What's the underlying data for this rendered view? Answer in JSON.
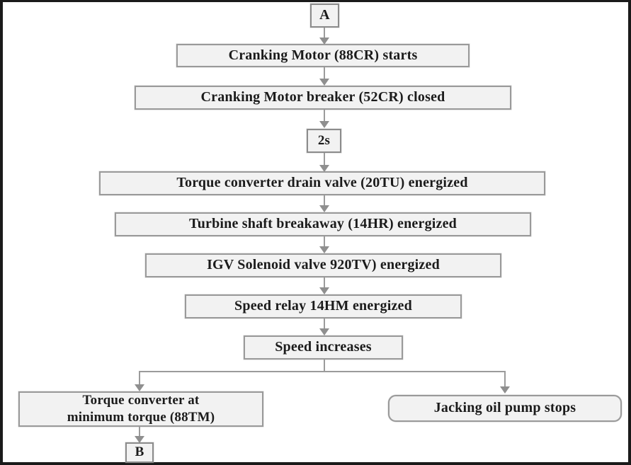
{
  "diagram": {
    "title": "Gas turbine cranking and start-up sequence flowchart",
    "type": "flowchart",
    "orientation": "top-to-bottom",
    "colors": {
      "node_fill": "#f2f2f2",
      "node_border": "#9a9a9a",
      "connector": "#9b9b9b",
      "text": "#1b1b1b",
      "frame": "#1a1a1a",
      "background": "#ffffff"
    },
    "nodes": [
      {
        "id": "a",
        "label": "A",
        "shape": "rectangle",
        "role": "connector-terminal"
      },
      {
        "id": "n1",
        "label": "Cranking Motor (88CR) starts",
        "shape": "rectangle",
        "role": "process"
      },
      {
        "id": "n2",
        "label": "Cranking Motor breaker (52CR) closed",
        "shape": "rectangle",
        "role": "process"
      },
      {
        "id": "delay",
        "label": "2s",
        "shape": "rectangle",
        "role": "delay"
      },
      {
        "id": "n3",
        "label": "Torque converter drain valve (20TU) energized",
        "shape": "rectangle",
        "role": "process"
      },
      {
        "id": "n4",
        "label": "Turbine shaft breakaway (14HR) energized",
        "shape": "rectangle",
        "role": "process"
      },
      {
        "id": "n5",
        "label": "IGV Solenoid valve 920TV) energized",
        "shape": "rectangle",
        "role": "process"
      },
      {
        "id": "n6",
        "label": "Speed relay 14HM energized",
        "shape": "rectangle",
        "role": "process"
      },
      {
        "id": "n7",
        "label": "Speed increases",
        "shape": "rectangle",
        "role": "process"
      },
      {
        "id": "n8",
        "label": "Torque converter at\nminimum torque (88TM)",
        "shape": "rectangle",
        "role": "process"
      },
      {
        "id": "n9",
        "label": "Jacking oil pump stops",
        "shape": "rounded-rectangle",
        "role": "process"
      },
      {
        "id": "b",
        "label": "B",
        "shape": "rectangle",
        "role": "connector-terminal"
      }
    ],
    "edges": [
      {
        "from": "a",
        "to": "n1",
        "type": "arrow"
      },
      {
        "from": "n1",
        "to": "n2",
        "type": "arrow"
      },
      {
        "from": "n2",
        "to": "delay",
        "type": "arrow"
      },
      {
        "from": "delay",
        "to": "n3",
        "type": "arrow"
      },
      {
        "from": "n3",
        "to": "n4",
        "type": "arrow"
      },
      {
        "from": "n4",
        "to": "n5",
        "type": "arrow"
      },
      {
        "from": "n5",
        "to": "n6",
        "type": "arrow"
      },
      {
        "from": "n6",
        "to": "n7",
        "type": "arrow"
      },
      {
        "from": "n7",
        "to": "n8",
        "type": "arrow-branch-left"
      },
      {
        "from": "n7",
        "to": "n9",
        "type": "arrow-branch-right"
      },
      {
        "from": "n8",
        "to": "b",
        "type": "arrow"
      }
    ]
  }
}
